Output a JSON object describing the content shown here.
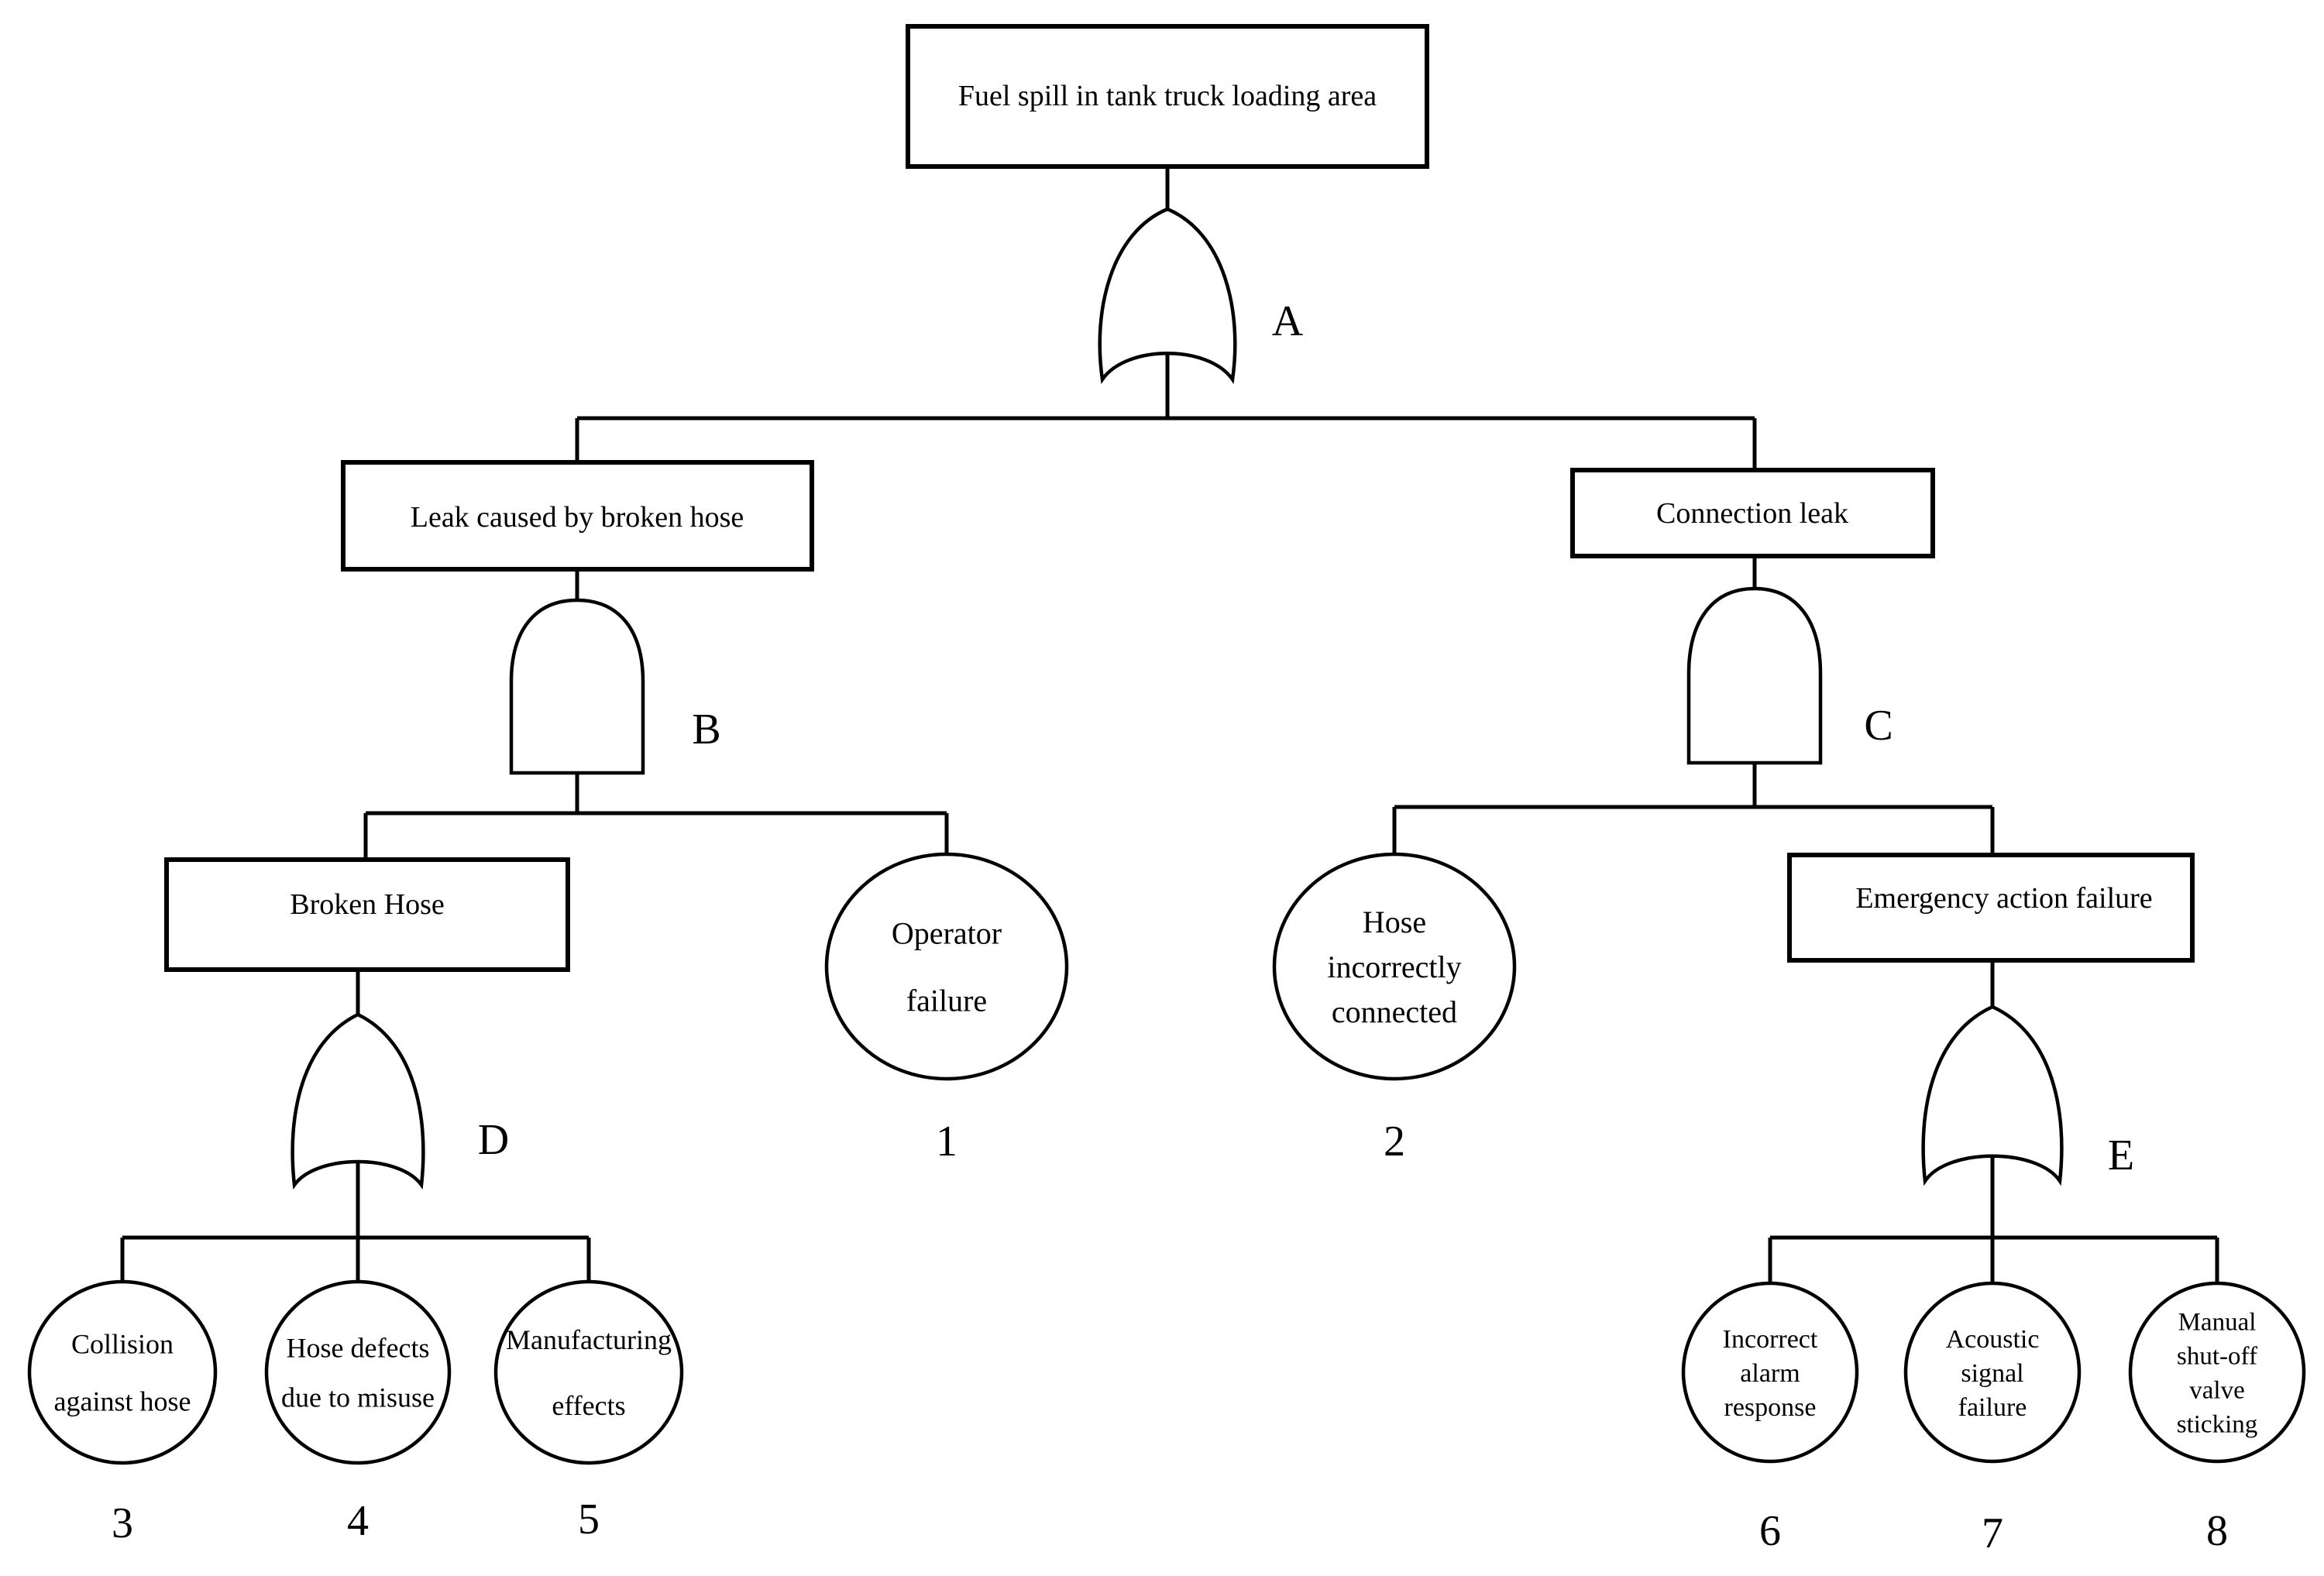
{
  "events": {
    "top": "Fuel spill in tank truck loading area",
    "leak_hose": "Leak caused by broken hose",
    "connection_leak": "Connection leak",
    "broken_hose": "Broken Hose",
    "emergency": "Emergency action failure"
  },
  "basic_events": [
    {
      "lines": [
        "Operator",
        "failure"
      ],
      "number": "1"
    },
    {
      "lines": [
        "Hose",
        "incorrectly",
        "connected"
      ],
      "number": "2"
    },
    {
      "lines": [
        "Collision",
        "against hose"
      ],
      "number": "3"
    },
    {
      "lines": [
        "Hose defects",
        "due to misuse"
      ],
      "number": "4"
    },
    {
      "lines": [
        "Manufacturing",
        "effects"
      ],
      "number": "5"
    },
    {
      "lines": [
        "Incorrect",
        "alarm",
        "response"
      ],
      "number": "6"
    },
    {
      "lines": [
        "Acoustic",
        "signal",
        "failure"
      ],
      "number": "7"
    },
    {
      "lines": [
        "Manual",
        "shut-off",
        "valve",
        "sticking"
      ],
      "number": "8"
    }
  ],
  "gates": [
    {
      "label": "A",
      "type": "or"
    },
    {
      "label": "B",
      "type": "and"
    },
    {
      "label": "C",
      "type": "and"
    },
    {
      "label": "D",
      "type": "or"
    },
    {
      "label": "E",
      "type": "or"
    }
  ]
}
